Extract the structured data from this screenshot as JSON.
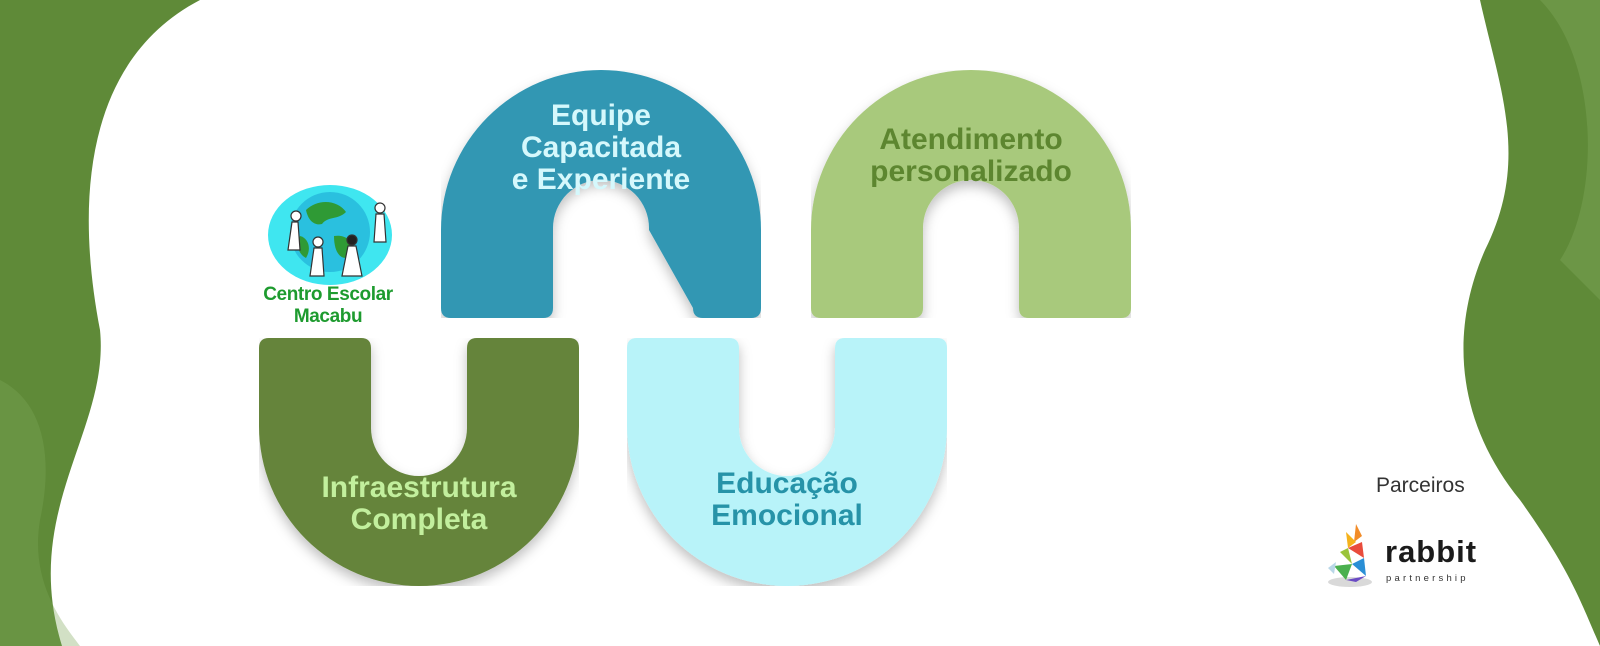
{
  "colors": {
    "background_green": "#5f8a38",
    "tile_teal": "#3097b3",
    "tile_light_green": "#a8c97c",
    "tile_dark_green": "#65843a",
    "tile_light_cyan": "#b8f3f9",
    "text_light_cyan": "#d5f8fc",
    "text_olive": "#5d8630",
    "text_pale_green": "#c2ef9d",
    "text_teal": "#2693a8"
  },
  "logo": {
    "name": "Centro Escolar Macabu"
  },
  "tiles": {
    "equipe": {
      "line1": "Equipe",
      "line2": "Capacitada",
      "line3": "e Experiente"
    },
    "atendimento": {
      "line1": "Atendimento",
      "line2": "personalizado"
    },
    "infraestrutura": {
      "line1": "Infraestrutura",
      "line2": "Completa"
    },
    "educacao": {
      "line1": "Educação",
      "line2": "Emocional"
    }
  },
  "partners": {
    "label": "Parceiros",
    "logo_word": "rabbit",
    "logo_sub": "partnership"
  }
}
